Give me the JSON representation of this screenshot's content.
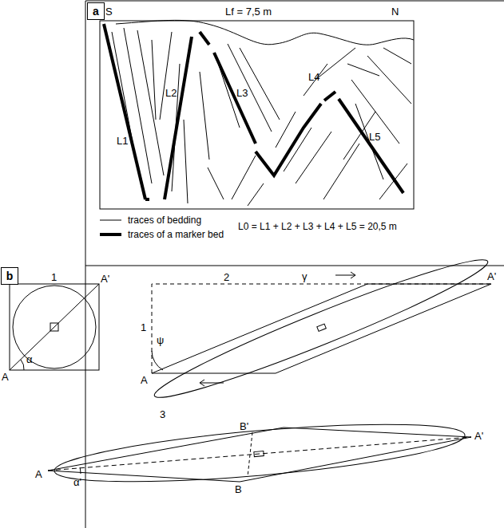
{
  "diagram": {
    "nodes": [
      {
        "text": [
          "a"
        ]
      },
      {
        "text": [
          "b"
        ]
      }
    ],
    "labels": [
      "S",
      "Lf = 7,5 m",
      "N",
      "L1",
      "L2",
      "L3",
      "L4",
      "L5",
      "L0 = L1 + L2 + L3 + L4 + L5 = 20,5 m",
      "1",
      "A'",
      "A",
      "α",
      "2",
      "γ",
      "1",
      "ψ",
      "A",
      "A'",
      "3",
      "B'",
      "A",
      "A'",
      "α'",
      "B"
    ],
    "legend": [
      {
        "text": "traces of bedding"
      },
      {
        "text": "traces of a marker bed"
      }
    ]
  }
}
